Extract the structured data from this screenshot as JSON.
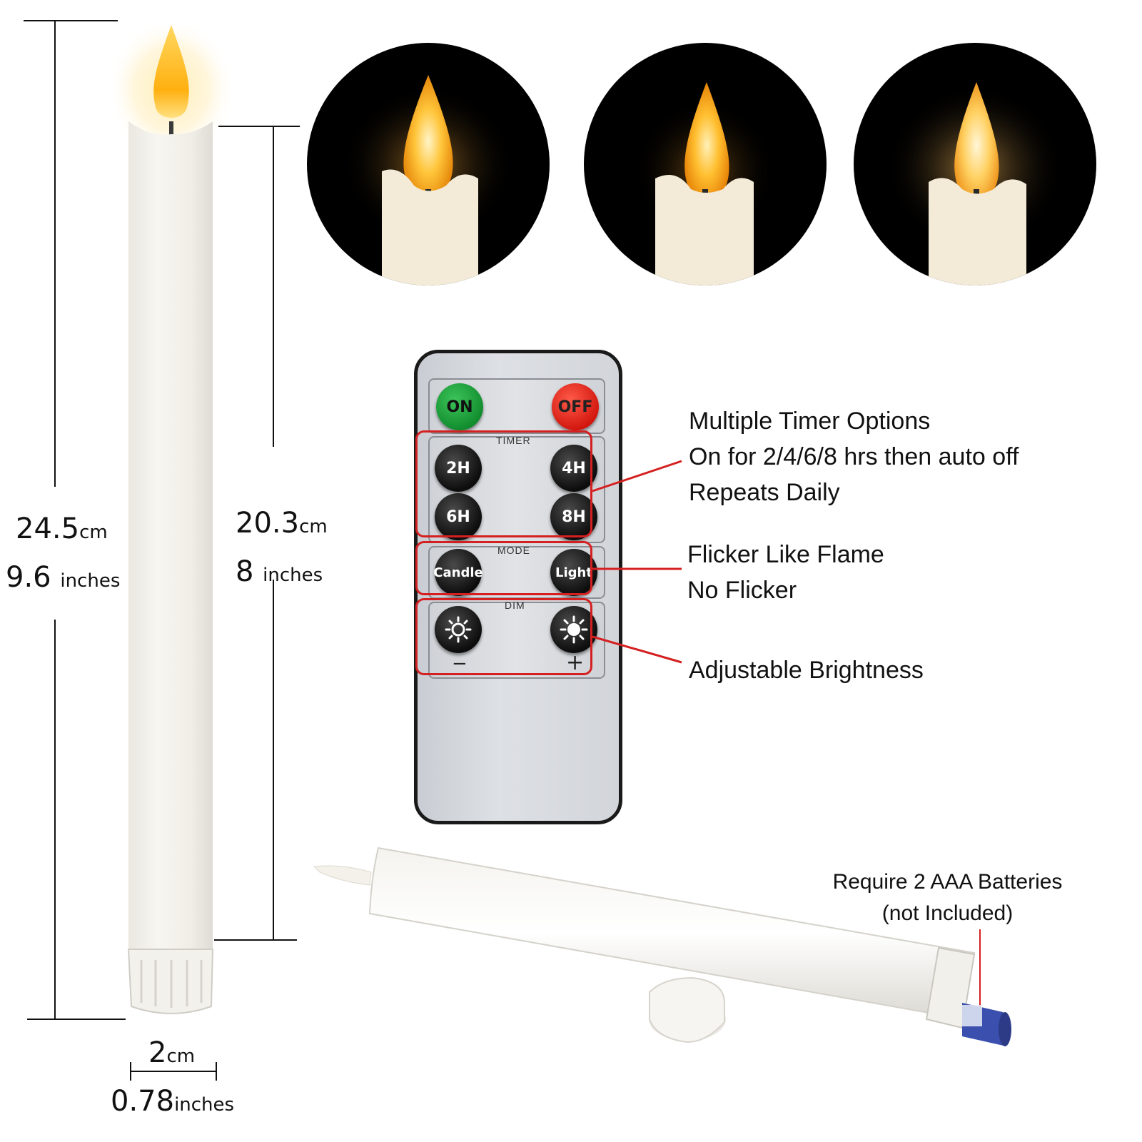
{
  "dimensions": {
    "total_height_value": "24.5",
    "total_height_unit": "cm",
    "total_height_in_value": "9.6",
    "total_height_in_unit": "inches",
    "body_height_value": "20.3",
    "body_height_unit": "cm",
    "body_height_in_value": "8",
    "body_height_in_unit": "inches",
    "diameter_value": "2",
    "diameter_unit": "cm",
    "diameter_in_value": "0.78",
    "diameter_in_unit": "inches"
  },
  "remote": {
    "on_label": "ON",
    "off_label": "OFF",
    "timer_label": "TIMER",
    "timer_buttons": [
      "2H",
      "4H",
      "6H",
      "8H"
    ],
    "mode_label": "MODE",
    "mode_buttons": [
      "Candle",
      "Light"
    ],
    "dim_label": "DIM",
    "dim_minus": "−",
    "dim_plus": "+"
  },
  "callouts": {
    "timer_line1": "Multiple Timer Options",
    "timer_line2": "On for 2/4/6/8 hrs then auto off",
    "timer_line3": "Repeats Daily",
    "mode_line1": "Flicker Like Flame",
    "mode_line2": "No Flicker",
    "dim_line1": "Adjustable Brightness",
    "battery_line1": "Require 2 AAA Batteries",
    "battery_line2": "(not Included)"
  },
  "colors": {
    "callout_line": "#d42020",
    "on_button": "#1aa03a",
    "off_button": "#e3221a",
    "flame": "#ffb020"
  },
  "icons": [
    "sun-dim-icon",
    "sun-bright-icon"
  ]
}
